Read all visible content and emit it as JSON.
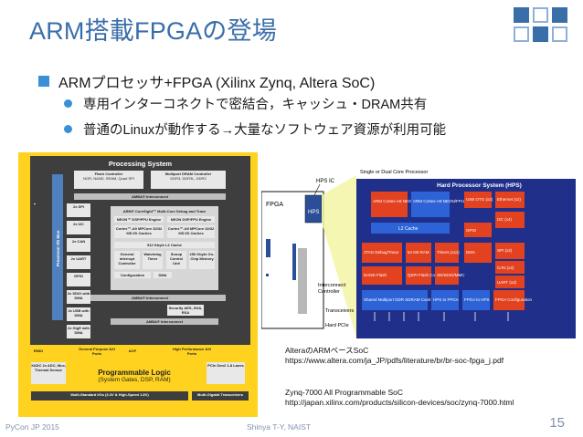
{
  "slide": {
    "title": "ARM搭載FPGAの登場",
    "bullet1": "ARMプロセッサ+FPGA (Xilinx Zynq, Altera SoC)",
    "bullet2": "専用インターコネクトで密結合，キャッシュ・DRAM共有",
    "bullet3": "普通のLinuxが動作する→大量なソフトウェア資源が利用可能"
  },
  "zynq_diagram": {
    "processing_system": "Processing System",
    "flash_controller": "Flash Controller",
    "flash_sub": "NOR, NAND, SRAM, Quad SPI",
    "dram_controller": "Multiport DRAM Controller",
    "dram_sub": "DDR3, DDR3L, DDR2",
    "amba_interconnect": "AMBA® Interconnect",
    "coresight": "ARM® CoreSight™ Multi-Core Debug and Trace",
    "neon_left": "NEON™ DSP/FPU Engine",
    "neon_right": "NEON DSP/FPU Engine",
    "cortex_left": "Cortex™-A9 MPCore 32/32 KB I/D Caches",
    "cortex_right": "Cortex™-A9 MPCore 32/32 KB I/D Caches",
    "l2_cache": "512 Kbyte L2 Cache",
    "gic": "General Interrupt Controller",
    "watchdog": "Watchdog Timer",
    "snoop": "Snoop Control Unit",
    "ocm": "256 Kbyte On-Chip Memory",
    "config_timers": "Configuration Timers",
    "dma": "DMA",
    "security": "Security AES, SHA, RSA",
    "processor_io_mux": "Processor I/O Mux",
    "emio": "EMIO",
    "xadc": "XADC 2x ADC, Mux, Thermal Sensor",
    "gp_ports": "General Purpose AXI Ports",
    "acp": "ACP",
    "hp_ports": "High Performance AXI Ports",
    "pl_title": "Programmable Logic",
    "pl_sub": "(System Gates, DSP, RAM)",
    "pcie": "PCIe Gen2 1-8 Lanes",
    "selectio": "Multi-Standard I/Os (3.3V & High-Speed 1.8V)",
    "gtx": "Multi-Gigabit Transceivers",
    "io_left": [
      "2x SPI",
      "2x I2C",
      "2x CAN",
      "2x UART",
      "GPIO",
      "2x SDIO with DMA",
      "2x USB with DMA",
      "2x GigE with DMA"
    ]
  },
  "altera_diagram": {
    "hps_ic": "HPS IC",
    "fpga": "FPGA",
    "hps": "HPS",
    "processor_label": "Single or Dual Core Processor",
    "hps_title": "Hard Processor System (HPS)",
    "cpu": "ARM Cortex-A9 NEON/FPU L1 Cache",
    "l2": "L2 Cache",
    "jtag": "JTAG Debug/Trace",
    "ram": "64 KB RAM",
    "timers": "Timers (x11)",
    "nand": "NAND Flash",
    "qspi": "QSPI Flash Control",
    "sdmmc": "SD/SDIO/MMC",
    "dma": "DMA",
    "shared_ddr": "Shared Multiport DDR SDRAM Controller",
    "hps_fpga": "HPS to FPGA",
    "fpga_hps": "FPGA to HPS",
    "fpga_config": "FPGA Configuration",
    "right_col": [
      "USB OTG (x2)",
      "Ethernet (x2)",
      "I2C (x4)",
      "GPIO",
      "SPI (x2)",
      "CAN (x2)",
      "UART (x2)"
    ],
    "left_labels": [
      "Interconnect",
      "Controller",
      "Transceivers",
      "Hard PCIe"
    ]
  },
  "credits": {
    "altera_name": "AlteraのARMベースSoC",
    "altera_url": "https://www.altera.com/ja_JP/pdfs/literature/br/br-soc-fpga_j.pdf",
    "zynq_name": "Zynq-7000 All Programmable SoC",
    "zynq_url": "http://japan.xilinx.com/products/silicon-devices/soc/zynq-7000.html"
  },
  "footer": {
    "event": "PyCon JP 2015",
    "author": "Shinya T-Y, NAIST",
    "page": "15"
  },
  "colors": {
    "title": "#3a6ea8",
    "bullet": "#3b8fd6",
    "zynq_yellow": "#ffd21f",
    "ps_dark": "#3e3e3e",
    "altera_blue": "#1f2f8a",
    "altera_red": "#e2421f"
  }
}
